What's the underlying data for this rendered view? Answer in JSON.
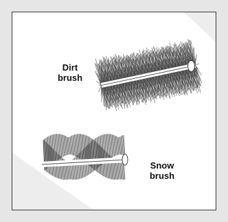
{
  "figure": {
    "dirt_brush": {
      "label_line1": "Dirt",
      "label_line2": "brush",
      "icon": "dirt-brush-illustration"
    },
    "snow_brush": {
      "label_line1": "Snow",
      "label_line2": "brush",
      "icon": "snow-brush-illustration"
    },
    "colors": {
      "frame_bg": "#e6e6e6",
      "panel_bg": "#ededed",
      "sheet_bg": "#ffffff",
      "bristle": "#3c3c3c",
      "border": "#3a3a3a"
    }
  }
}
